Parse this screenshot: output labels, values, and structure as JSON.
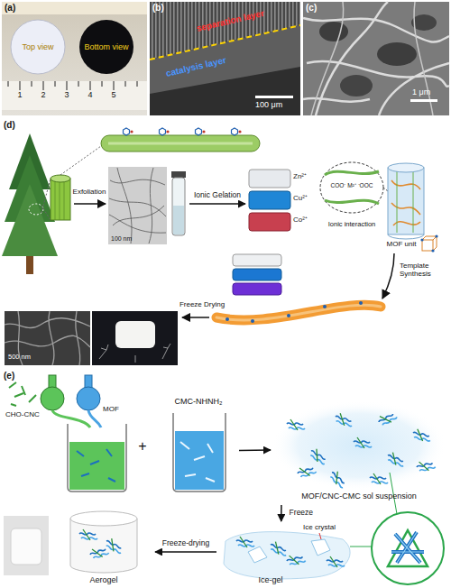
{
  "diagram": {
    "nodes": [
      {
        "text": [
          "(a)"
        ]
      },
      {
        "text": [
          "Top view",
          "Bottom view"
        ],
        "in": 0
      },
      {
        "text": [
          "(b)"
        ]
      },
      {
        "text": [
          "separation layer",
          "catalysis layer",
          "100 μm"
        ],
        "in": 2
      },
      {
        "text": [
          "(c)"
        ]
      },
      {
        "text": [
          "1 μm"
        ],
        "in": 4
      },
      {
        "text": [
          "(d)"
        ]
      },
      {
        "text": [
          "100 nm"
        ],
        "in": 6
      },
      {
        "text": [
          "Zn²⁺",
          "Cu²⁺",
          "Co²⁺"
        ],
        "in": 6
      },
      {
        "text": [
          "COO⁻ M²⁺ ⁻OOC",
          "Ionic interaction"
        ],
        "in": 6
      },
      {
        "text": [
          "500 nm"
        ],
        "in": 6
      },
      {
        "text": [
          "(e)"
        ]
      },
      {
        "text": [
          "CMC-NHNH₂"
        ],
        "in": 11
      },
      {
        "text": [
          "MOF/CNC-CMC sol suspension"
        ],
        "in": 11
      },
      {
        "text": [
          "Ice crystal",
          "Ice-gel"
        ],
        "in": 11
      },
      {
        "text": [
          "Aerogel"
        ],
        "in": 11
      }
    ],
    "edges": [
      {
        "from": 7,
        "to": 8,
        "label": "Ionic Gelation",
        "arrow": "to"
      },
      {
        "from": 12,
        "to": 13,
        "arrow": "to"
      },
      {
        "from": 13,
        "to": 14,
        "label": "Freeze",
        "arrow": "to"
      },
      {
        "from": 14,
        "to": 15,
        "label": "Freeze-drying",
        "arrow": "to"
      }
    ],
    "labels": [
      "1",
      "2",
      "3",
      "4",
      "5",
      "Exfoliation",
      "MOF unit",
      "Template Synthesis",
      "Freeze Drying",
      "CHO-CNC",
      "MOF",
      "+"
    ]
  }
}
